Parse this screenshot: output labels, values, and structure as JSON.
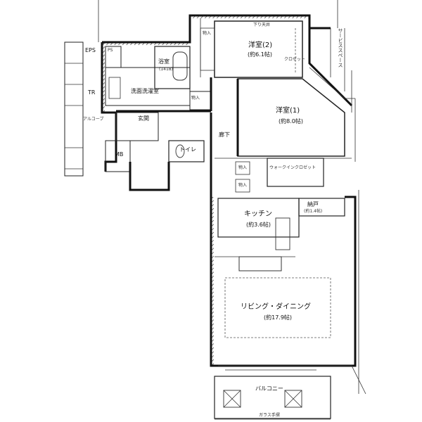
{
  "rooms": {
    "western_room_2": {
      "name": "洋室(2)",
      "size": "(約6.1帖)"
    },
    "western_room_1": {
      "name": "洋室(1)",
      "size": "(約8.0帖)"
    },
    "bath": {
      "name": "浴室",
      "size": "(1418)"
    },
    "washroom": "洗面洗濯室",
    "entrance": "玄関",
    "toilet": "トイレ",
    "hallway": "廊下",
    "walk_in_closet": "ウォークインクロゼット",
    "storage": {
      "name": "納戸",
      "size": "(約1.4帖)"
    },
    "kitchen": {
      "name": "キッチン",
      "size": "(約3.6帖)"
    },
    "living": {
      "name": "リビング・ダイニング",
      "size": "(約17.9帖)"
    },
    "balcony": "バルコニー"
  },
  "labels": {
    "eps": "EPS",
    "tr": "TR",
    "alcove": "アルコーブ",
    "mb": "MB",
    "ps": "PS",
    "service_space": "サービススペース",
    "closet": "クロゼット",
    "shoe": "物入",
    "storage_a": "物入",
    "storage_b": "物入",
    "storage_c": "物入",
    "lower_beam": "下り天井",
    "glass": "ガラス手摺"
  }
}
